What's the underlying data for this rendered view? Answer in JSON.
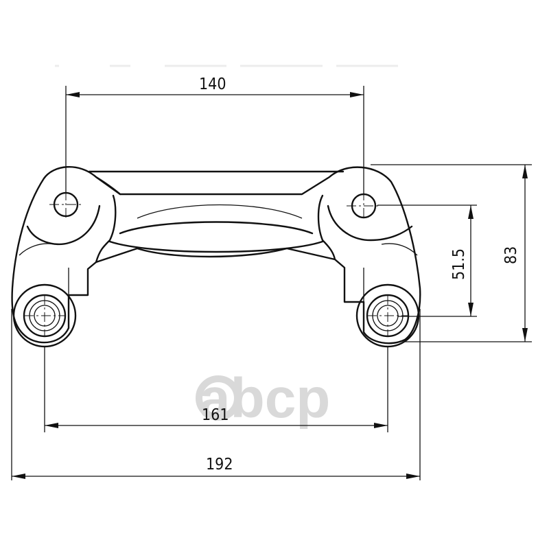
{
  "dimensions": {
    "top_span": "140",
    "height_right": "83",
    "inner_height": "51.5",
    "bottom_inner_span": "161",
    "bottom_overall_span": "192"
  },
  "watermark": {
    "text": "abcp",
    "color": "#d9d9d9"
  },
  "colors": {
    "line": "#111111",
    "background": "#ffffff"
  }
}
